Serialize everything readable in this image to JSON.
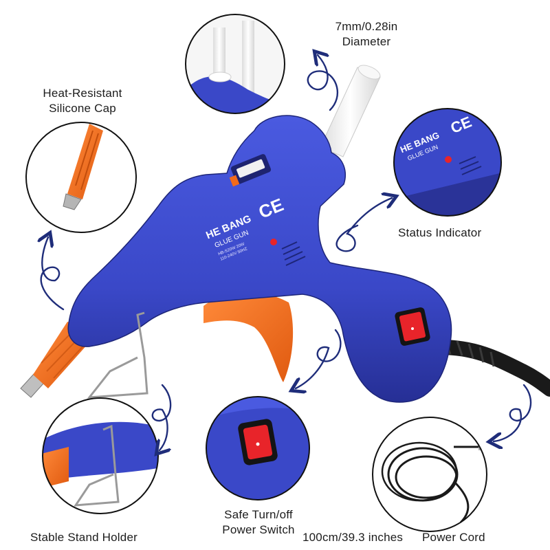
{
  "product": {
    "brand_label": "HE BANG",
    "type_label": "GLUE GUN",
    "cert_mark": "CE",
    "spec_line_1": "HB-S20W 20W",
    "spec_line_2": "110-240V 50HZ"
  },
  "features": {
    "diameter": {
      "line1": "7mm/0.28in",
      "line2": "Diameter"
    },
    "cap": {
      "line1": "Heat-Resistant",
      "line2": "Silicone Cap"
    },
    "status": {
      "text": "Status Indicator"
    },
    "switch": {
      "line1": "Safe Turn/off",
      "line2": "Power Switch"
    },
    "stand": {
      "text": "Stable Stand Holder"
    },
    "cord_length": {
      "text": "100cm/39.3 inches"
    },
    "cord": {
      "text": "Power Cord"
    }
  },
  "colors": {
    "body_blue": "#3a48c8",
    "body_dark": "#222b8a",
    "trigger_orange": "#f26a1b",
    "arrow_navy": "#1f2d7a",
    "circle_border": "#111111",
    "switch_red": "#e8242a",
    "stick_white": "#f2f2f2"
  }
}
